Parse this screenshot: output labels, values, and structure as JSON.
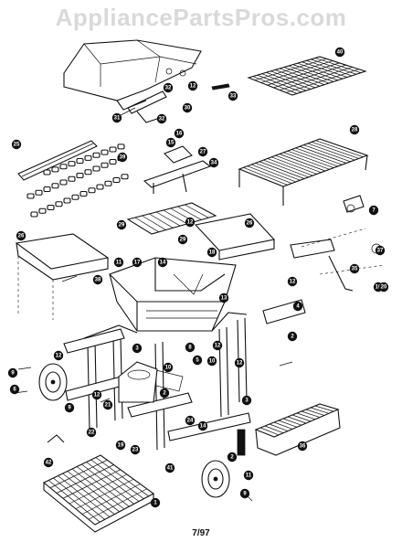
{
  "watermark": "AppliancePartsPros.com",
  "footer_code": "7/97",
  "callouts": [
    "40",
    "12",
    "33",
    "31",
    "32",
    "30",
    "32",
    "16",
    "15",
    "25",
    "28",
    "39",
    "34",
    "27",
    "29",
    "26",
    "26",
    "7",
    "37",
    "12",
    "18",
    "29",
    "11",
    "17",
    "14",
    "10",
    "35",
    "20",
    "38",
    "12",
    "13",
    "4",
    "2",
    "3",
    "9",
    "12",
    "6",
    "9",
    "12",
    "21",
    "8",
    "5",
    "10",
    "12",
    "3",
    "42",
    "22",
    "19",
    "23",
    "24",
    "14",
    "1",
    "41",
    "9",
    "2",
    "11",
    "10",
    "36",
    "2",
    "12"
  ]
}
